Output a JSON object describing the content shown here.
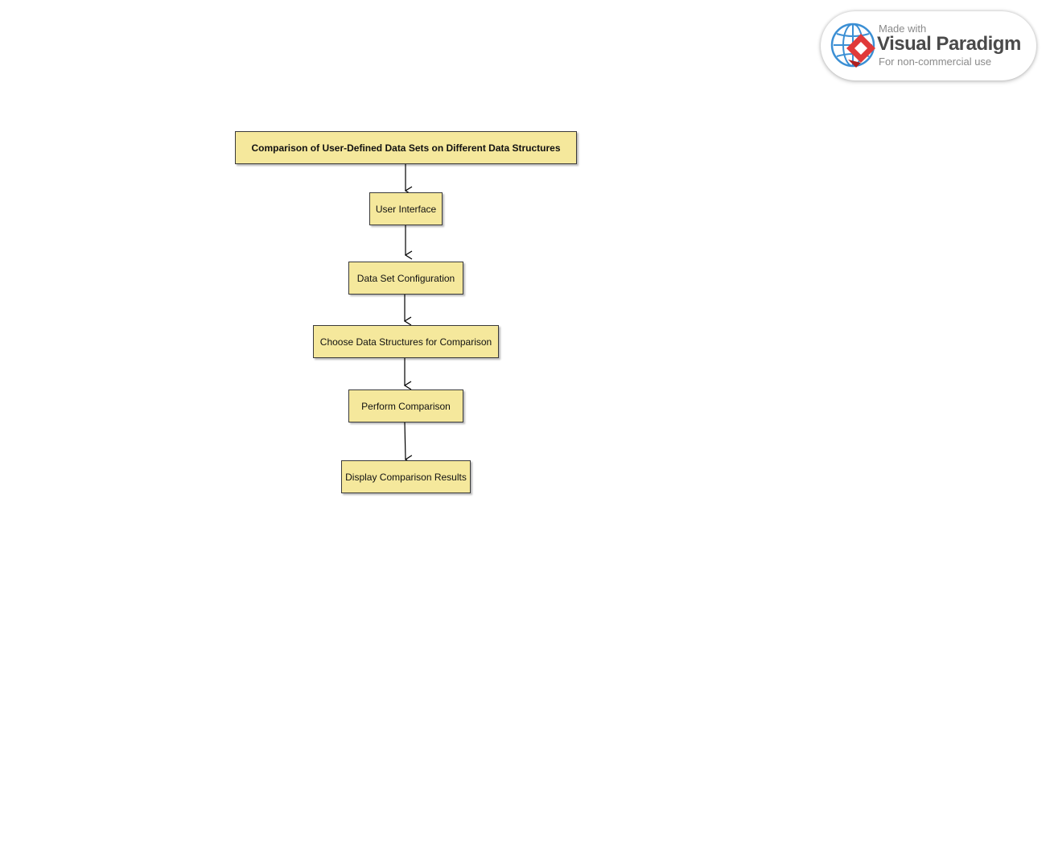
{
  "diagram": {
    "nodes": [
      {
        "id": "n1",
        "label": "Comparison of User-Defined Data Sets on Different Data Structures"
      },
      {
        "id": "n2",
        "label": "User Interface"
      },
      {
        "id": "n3",
        "label": "Data Set Configuration"
      },
      {
        "id": "n4",
        "label": "Choose Data Structures for Comparison"
      },
      {
        "id": "n5",
        "label": "Perform Comparison"
      },
      {
        "id": "n6",
        "label": "Display Comparison Results"
      }
    ],
    "edges": [
      {
        "from": "n1",
        "to": "n2"
      },
      {
        "from": "n2",
        "to": "n3"
      },
      {
        "from": "n3",
        "to": "n4"
      },
      {
        "from": "n4",
        "to": "n5"
      },
      {
        "from": "n5",
        "to": "n6"
      }
    ],
    "colors": {
      "node_fill": "#f5e89c",
      "node_border": "#3a3a3a",
      "edge": "#000000"
    }
  },
  "watermark": {
    "line1": "Made with",
    "line2": "Visual Paradigm",
    "line3": "For non-commercial use",
    "icon": "visual-paradigm-logo-icon",
    "colors": {
      "globe": "#3b8fd4",
      "diamond": "#e03a3a"
    }
  }
}
